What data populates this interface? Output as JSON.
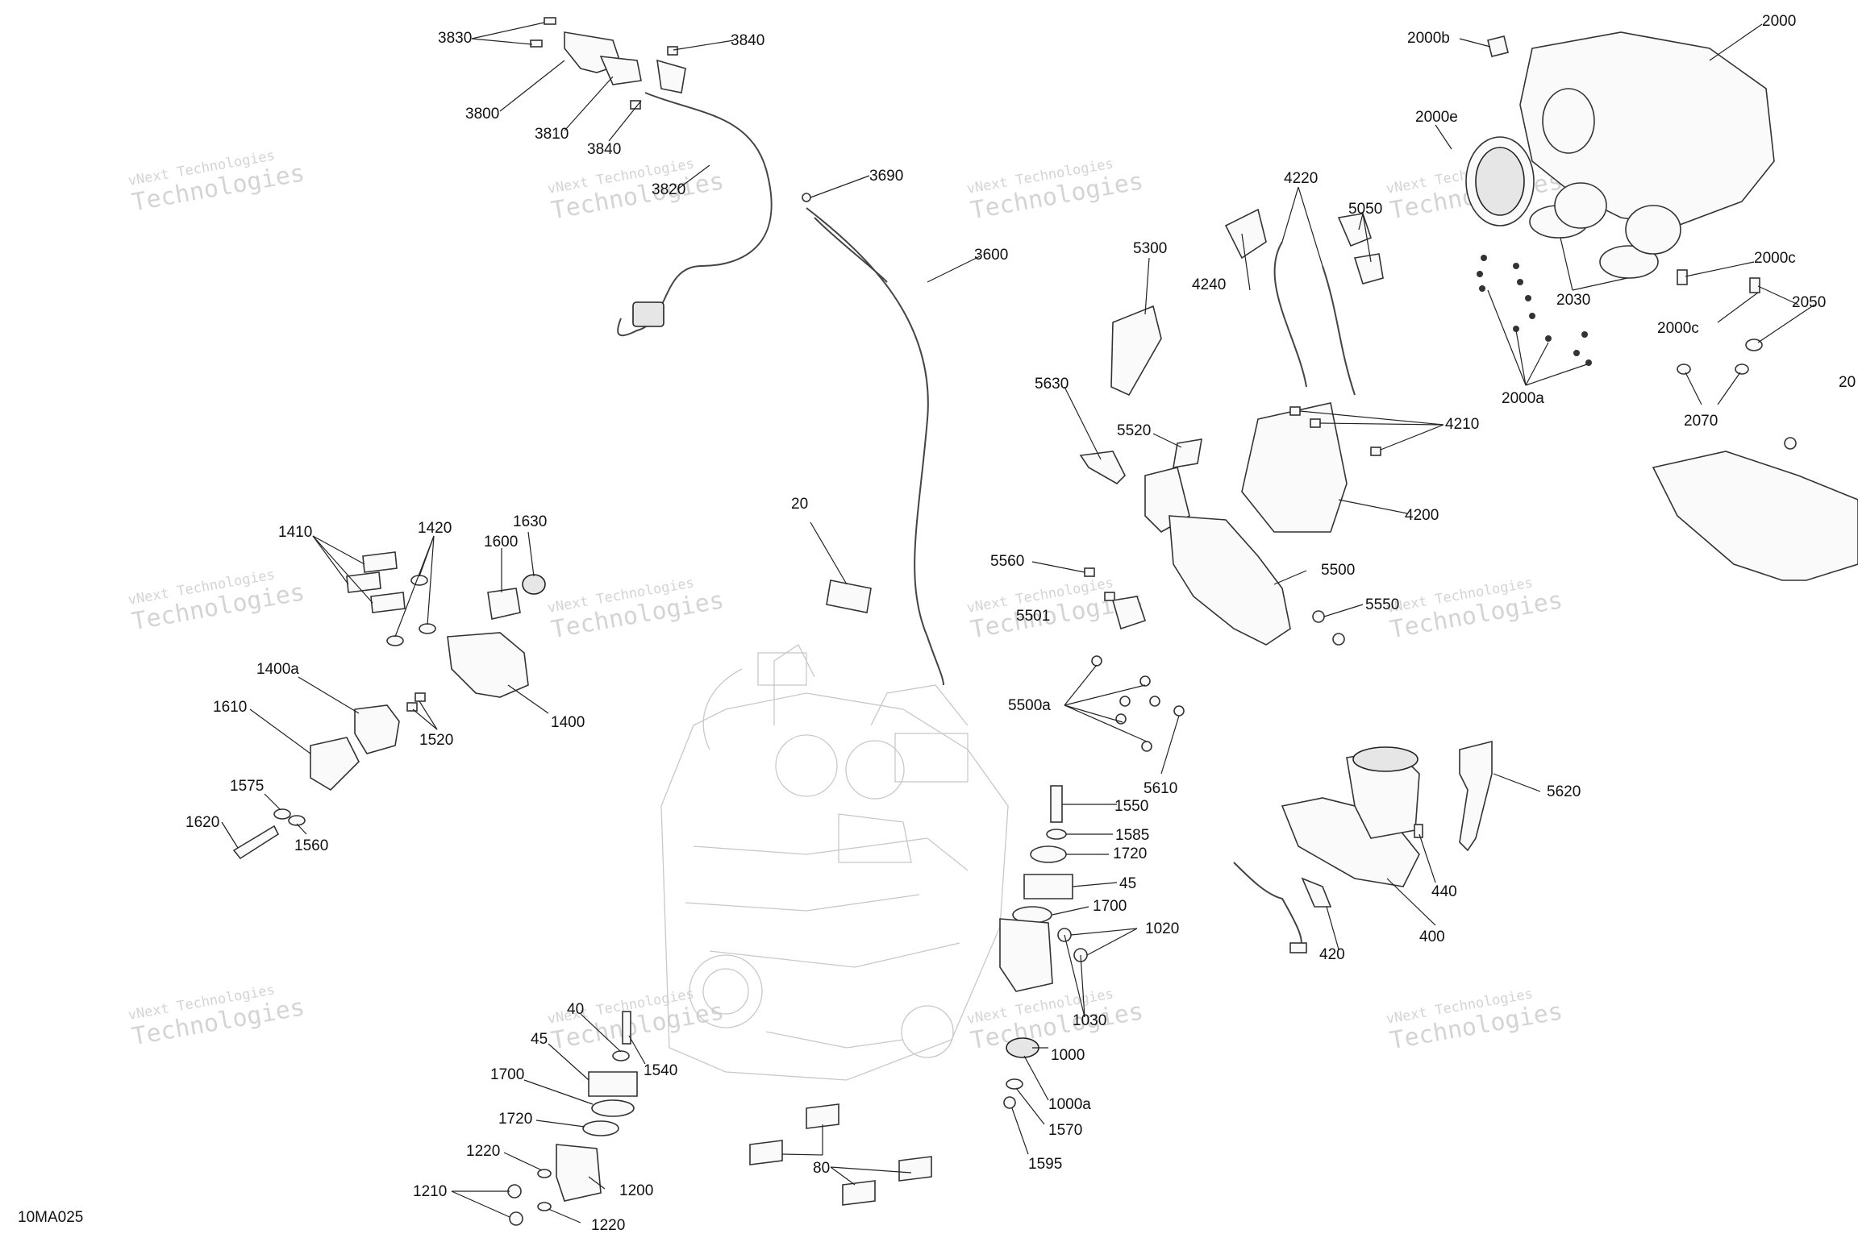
{
  "diagram_code": "10MA025",
  "watermark": {
    "line1": "vNext Technologies",
    "line2": "Technologies",
    "mark": "vNext"
  },
  "callouts": [
    "3830",
    "3800",
    "3810",
    "3840",
    "3840",
    "3820",
    "3690",
    "3600",
    "20",
    "2000b",
    "2000",
    "2000e",
    "4220",
    "5050",
    "4240",
    "5300",
    "2030",
    "2000c",
    "2000c",
    "2050",
    "2000a",
    "2070",
    "5630",
    "5520",
    "4210",
    "4200",
    "5560",
    "5500",
    "5550",
    "5501",
    "5500a",
    "5610",
    "1410",
    "1420",
    "1630",
    "1600",
    "1400a",
    "1400",
    "1520",
    "1610",
    "1575",
    "1560",
    "1620",
    "1550",
    "1585",
    "1720",
    "45",
    "1700",
    "1020",
    "1030",
    "1000",
    "1000a",
    "1570",
    "1595",
    "5620",
    "440",
    "420",
    "400",
    "40",
    "45",
    "1540",
    "1700",
    "1720",
    "1220",
    "1200",
    "1210",
    "1220",
    "80",
    "20"
  ]
}
